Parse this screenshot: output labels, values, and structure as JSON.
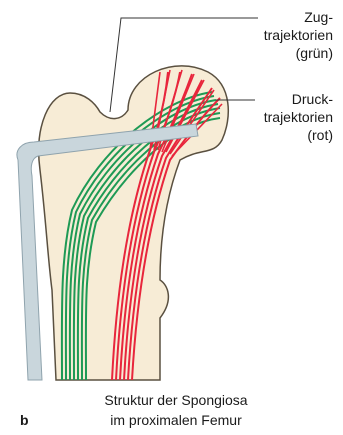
{
  "labels": {
    "zug_1": "Zug-",
    "zug_2": "trajektorien",
    "zug_3": "(grün)",
    "druck_1": "Druck-",
    "druck_2": "trajektorien",
    "druck_3": "(rot)"
  },
  "caption": {
    "panel_letter": "b",
    "line1": "Struktur der Spongiosa",
    "line2": "im proximalen Femur"
  },
  "colors": {
    "bone_fill": "#f7ecd6",
    "bone_outline": "#5a5040",
    "tension_green": "#1e9a55",
    "compression_red": "#e8263c",
    "cortex_blue": "#c9d6dc",
    "leader_line": "#333333"
  }
}
